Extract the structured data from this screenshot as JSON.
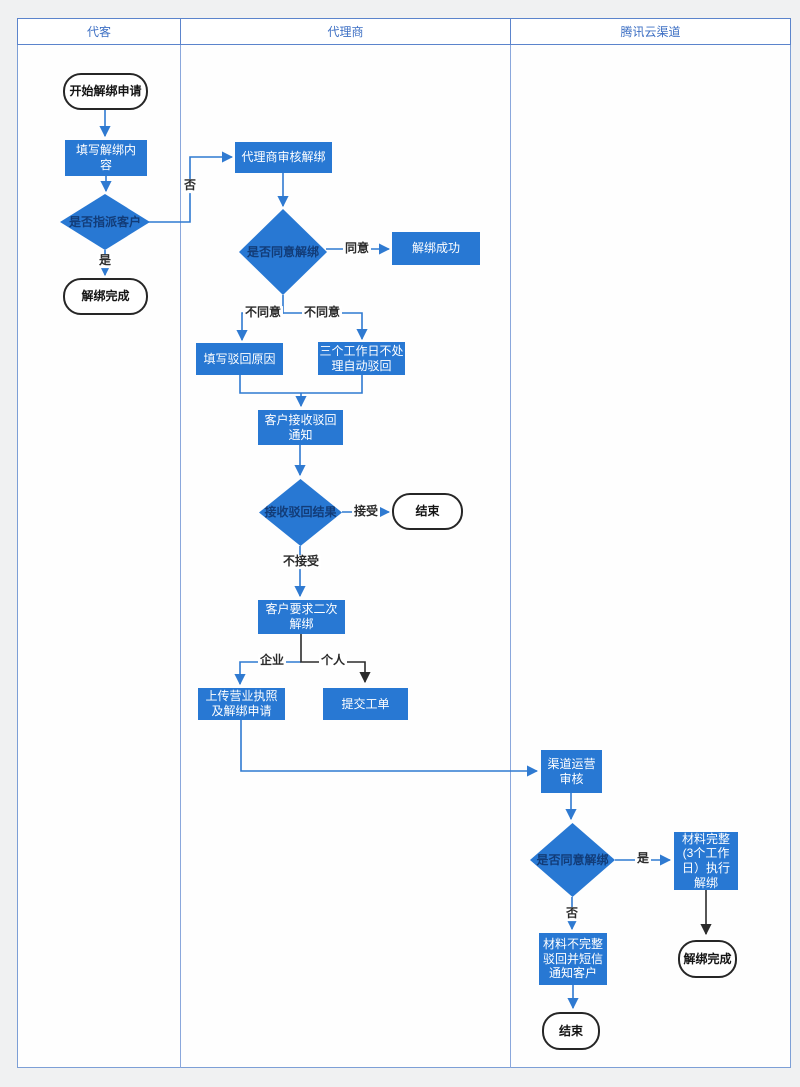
{
  "lane_headers": [
    "代客",
    "代理商",
    "腾讯云渠道"
  ],
  "nodes": {
    "start": "开始解绑申请",
    "fill_unbind": "填写解绑内\n容",
    "assign_q": "是否指派客户",
    "done1": "解绑完成",
    "agent_review": "代理商审核解绑",
    "agree_q1": "是否同意解绑",
    "success": "解绑成功",
    "reject_reason": "填写驳回原因",
    "auto_reject": "三个工作日不处\n理自动驳回",
    "notice": "客户接收驳回\n通知",
    "result_q": "接收驳回结果",
    "end1": "结束",
    "second_unbind": "客户要求二次\n解绑",
    "upload": "上传营业执照\n及解绑申请",
    "ticket": "提交工单",
    "channel_review": "渠道运营\n审核",
    "agree_q2": "是否同意解绑",
    "material_complete": "材料完整\n(3个工作\n日）执行\n解绑",
    "material_incomplete": "材料不完整\n驳回并短信\n通知客户",
    "done2": "解绑完成",
    "end2": "结束"
  },
  "edge_labels": {
    "no1": "否",
    "yes1": "是",
    "agree": "同意",
    "disagree_left": "不同意",
    "disagree_right": "不同意",
    "accept": "接受",
    "not_accept": "不接受",
    "enterprise": "企业",
    "personal": "个人",
    "yes2": "是",
    "no2": "否"
  },
  "colors": {
    "node_fill": "#2878D3",
    "connector_blue": "#2F7AD1",
    "connector_black": "#2B2B2B",
    "diamond_text": "#123C78",
    "lane_border": "#7D9FD6",
    "header_text": "#3E70C4",
    "page_background": "#F0F1F2"
  }
}
